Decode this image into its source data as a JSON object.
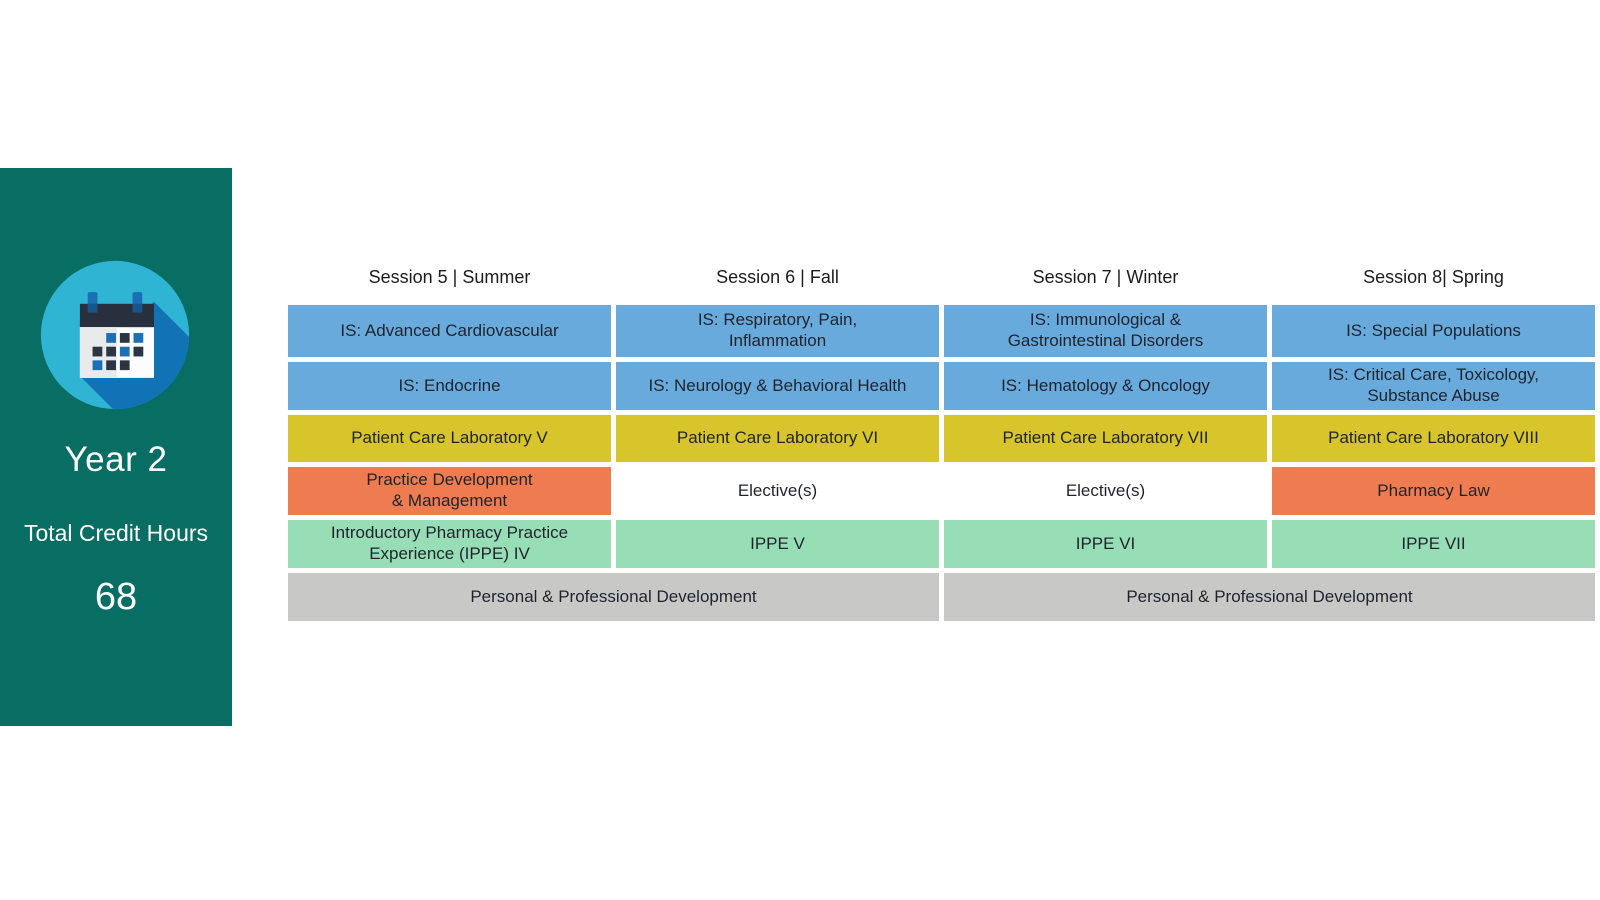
{
  "sidebar": {
    "icon": "calendar-icon",
    "year_label": "Year 2",
    "credit_hours_label": "Total Credit Hours",
    "credit_hours_value": "68"
  },
  "table": {
    "headers": [
      {
        "label": "Session 5 | Summer"
      },
      {
        "label": "Session 6 | Fall"
      },
      {
        "label": "Session 7 | Winter"
      },
      {
        "label": "Session 8| Spring"
      }
    ],
    "rows": [
      {
        "name": "integrated-sciences-row-1",
        "cells": [
          {
            "text": "IS: Advanced Cardiovascular",
            "category": "integrated_sciences"
          },
          {
            "text": "IS: Respiratory, Pain,\nInflammation",
            "category": "integrated_sciences"
          },
          {
            "text": "IS: Immunological &\nGastrointestinal Disorders",
            "category": "integrated_sciences"
          },
          {
            "text": "IS: Special Populations",
            "category": "integrated_sciences"
          }
        ]
      },
      {
        "name": "integrated-sciences-row-2",
        "cells": [
          {
            "text": "IS: Endocrine",
            "category": "integrated_sciences"
          },
          {
            "text": "IS: Neurology & Behavioral Health",
            "category": "integrated_sciences"
          },
          {
            "text": "IS: Hematology & Oncology",
            "category": "integrated_sciences"
          },
          {
            "text": "IS: Critical Care, Toxicology,\nSubstance Abuse",
            "category": "integrated_sciences"
          }
        ]
      },
      {
        "name": "patient-care-lab-row",
        "cells": [
          {
            "text": "Patient Care Laboratory V",
            "category": "patient_care_lab"
          },
          {
            "text": "Patient Care Laboratory VI",
            "category": "patient_care_lab"
          },
          {
            "text": "Patient Care Laboratory VII",
            "category": "patient_care_lab"
          },
          {
            "text": "Patient Care Laboratory VIII",
            "category": "patient_care_lab"
          }
        ]
      },
      {
        "name": "practice-elective-row",
        "cells": [
          {
            "text": "Practice Development\n& Management",
            "category": "practice_mgmt_law"
          },
          {
            "text": "Elective(s)",
            "category": "elective"
          },
          {
            "text": "Elective(s)",
            "category": "elective"
          },
          {
            "text": "Pharmacy Law",
            "category": "practice_mgmt_law"
          }
        ]
      },
      {
        "name": "ippe-row",
        "cells": [
          {
            "text": "Introductory Pharmacy Practice\nExperience (IPPE) IV",
            "category": "ippe"
          },
          {
            "text": "IPPE V",
            "category": "ippe"
          },
          {
            "text": "IPPE VI",
            "category": "ippe"
          },
          {
            "text": "IPPE VII",
            "category": "ippe"
          }
        ]
      },
      {
        "name": "personal-professional-row",
        "cells": [
          {
            "text": "Personal & Professional Development",
            "category": "ppd",
            "span": 2
          },
          {
            "text": "Personal & Professional Development",
            "category": "ppd",
            "span": 2
          }
        ]
      }
    ]
  },
  "colors": {
    "sidebar_bg": "#086E64",
    "integrated_sciences": "#69AADD",
    "patient_care_lab": "#D7C52B",
    "practice_mgmt_law": "#EF7B50",
    "elective": "#FFFFFF",
    "ippe": "#97DEB6",
    "ppd": "#C8C8C6",
    "text_dark": "#1F242C",
    "text_light": "#FFFFFF",
    "icon_circle": "#2FB4D3",
    "icon_shadow": "#1172B6",
    "icon_calendar_dark": "#28303D",
    "icon_calendar_blue": "#1D6FB5",
    "icon_ring_notch": "#15568E",
    "icon_calendar_body": "#FBFCFD",
    "icon_calendar_body_shade": "#E8EAEC",
    "icon_square_navy": "#2B3544"
  }
}
